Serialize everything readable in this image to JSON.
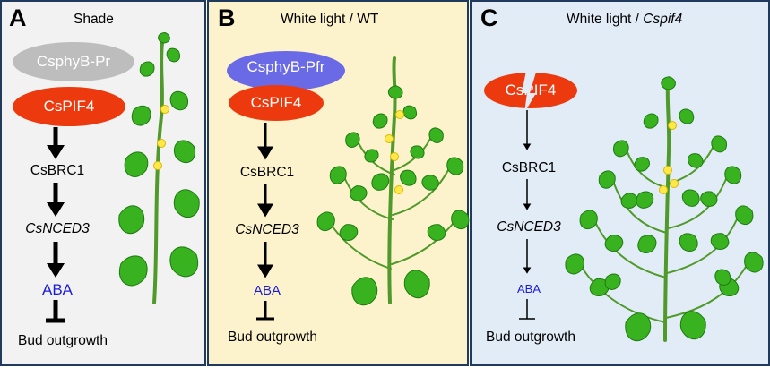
{
  "panels": [
    {
      "letter": "A",
      "title": "Shade",
      "photoreceptor": "CsphyB-Pr",
      "pif": "CsPIF4",
      "brc": "CsBRC1",
      "nced": "CsNCED3",
      "aba": "ABA",
      "outcome": "Bud outgrowth"
    },
    {
      "letter": "B",
      "title": "White light / WT",
      "photoreceptor": "CsphyB-Pfr",
      "pif": "CsPIF4",
      "brc": "CsBRC1",
      "nced": "CsNCED3",
      "aba": "ABA",
      "outcome": "Bud outgrowth"
    },
    {
      "letter": "C",
      "title_prefix": "White light / ",
      "title_italic": "Cspif4",
      "pif": "CsPIF4",
      "brc": "CsBRC1",
      "nced": "CsNCED3",
      "aba": "ABA",
      "outcome": "Bud outgrowth"
    }
  ],
  "colors": {
    "panel_a_bg": "#f2f2f2",
    "panel_b_bg": "#fcf3cc",
    "panel_c_bg": "#e2ecf7",
    "border": "#1f3a5c",
    "pif_red": "#ec3a0e",
    "phyb_pr_grey": "#bdbdbd",
    "phyb_pfr_blue": "#6a6ae6",
    "aba_blue": "#1d1dd6",
    "leaf_green": "#39b21f",
    "flower_yellow": "#ffe84a"
  },
  "icons": [
    "cucumber-plant-icon",
    "activation-arrow-icon",
    "inhibition-bar-icon",
    "broken-oval-icon"
  ]
}
